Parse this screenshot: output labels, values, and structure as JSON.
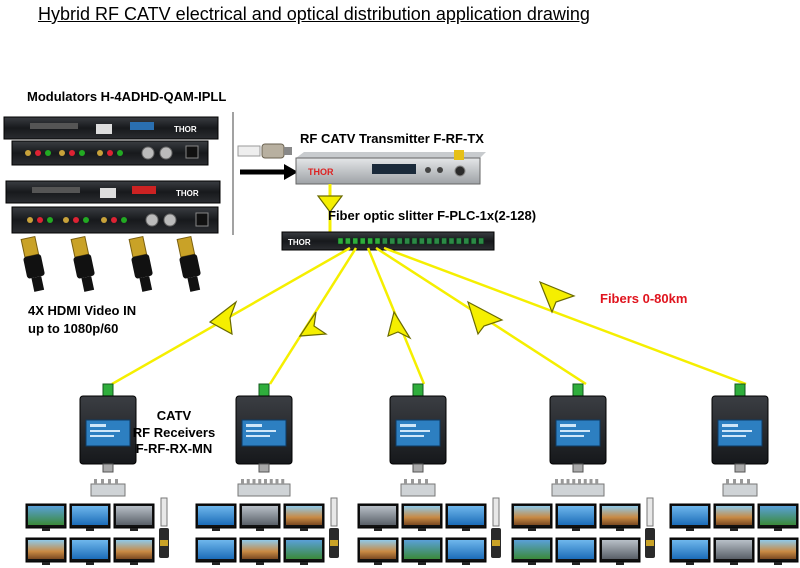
{
  "title": "Hybrid RF CATV  electrical and optical distribution application drawing",
  "labels": {
    "modulators": "Modulators H-4ADHD-QAM-IPLL",
    "transmitter": "RF CATV Transmitter  F-RF-TX",
    "splitter": "Fiber optic slitter F-PLC-1x(2-128)",
    "hdmi_line1": "4X HDMI Video IN",
    "hdmi_line2": "up to 1080p/60",
    "fibers": "Fibers 0-80km",
    "receivers_line1": "CATV",
    "receivers_line2": "RF Receivers",
    "receivers_line3": "F-RF-RX-MN"
  },
  "colors": {
    "fiber": "#f5ef00",
    "device_dark": "#1b1d21",
    "receiver_body": "#2a2c30",
    "receiver_panel": "#2d7fc1",
    "connector_green": "#2fae3c",
    "screen_blue": "#2f8ed8",
    "label_red": "#e0141e"
  },
  "icons": {
    "receiver": "optical-receiver-icon",
    "tv": "tv-screen-icon",
    "splitter": "coax-splitter-icon",
    "hdmi": "hdmi-connector-icon",
    "arrow": "flow-arrow-icon"
  }
}
